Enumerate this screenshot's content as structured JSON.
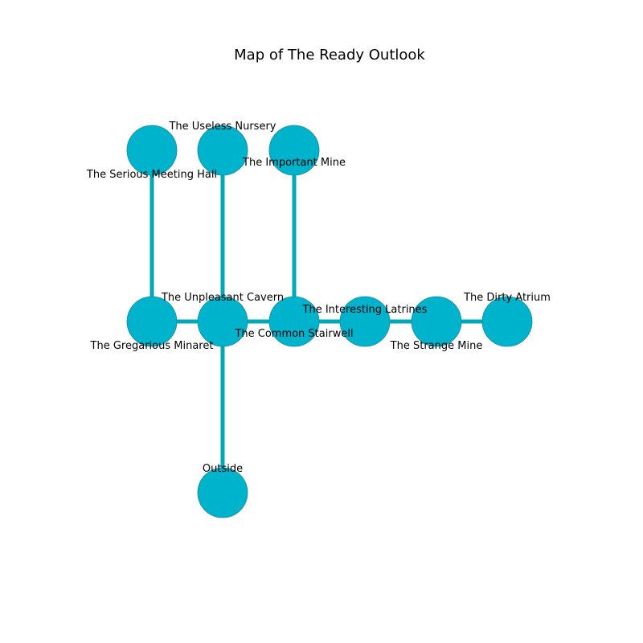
{
  "title": "Map of The Ready Outlook",
  "colors": {
    "node": "#00b3cc",
    "edge": "#00a9b5",
    "node_border": "#1a8a9a",
    "text": "#000000"
  },
  "nodes": [
    {
      "id": "serious-meeting-hall",
      "label": "The Serious Meeting Hall"
    },
    {
      "id": "useless-nursery",
      "label": "The Useless Nursery"
    },
    {
      "id": "important-mine",
      "label": "The Important Mine"
    },
    {
      "id": "gregarious-minaret",
      "label": "The Gregarious Minaret"
    },
    {
      "id": "unpleasant-cavern",
      "label": "The Unpleasant Cavern"
    },
    {
      "id": "common-stairwell",
      "label": "The Common Stairwell"
    },
    {
      "id": "interesting-latrines",
      "label": "The Interesting Latrines"
    },
    {
      "id": "strange-mine",
      "label": "The Strange Mine"
    },
    {
      "id": "dirty-atrium",
      "label": "The Dirty Atrium"
    },
    {
      "id": "outside",
      "label": "Outside"
    }
  ],
  "edges": [
    [
      "serious-meeting-hall",
      "gregarious-minaret"
    ],
    [
      "useless-nursery",
      "unpleasant-cavern"
    ],
    [
      "important-mine",
      "common-stairwell"
    ],
    [
      "gregarious-minaret",
      "unpleasant-cavern"
    ],
    [
      "unpleasant-cavern",
      "common-stairwell"
    ],
    [
      "common-stairwell",
      "interesting-latrines"
    ],
    [
      "interesting-latrines",
      "strange-mine"
    ],
    [
      "strange-mine",
      "dirty-atrium"
    ],
    [
      "unpleasant-cavern",
      "outside"
    ]
  ]
}
